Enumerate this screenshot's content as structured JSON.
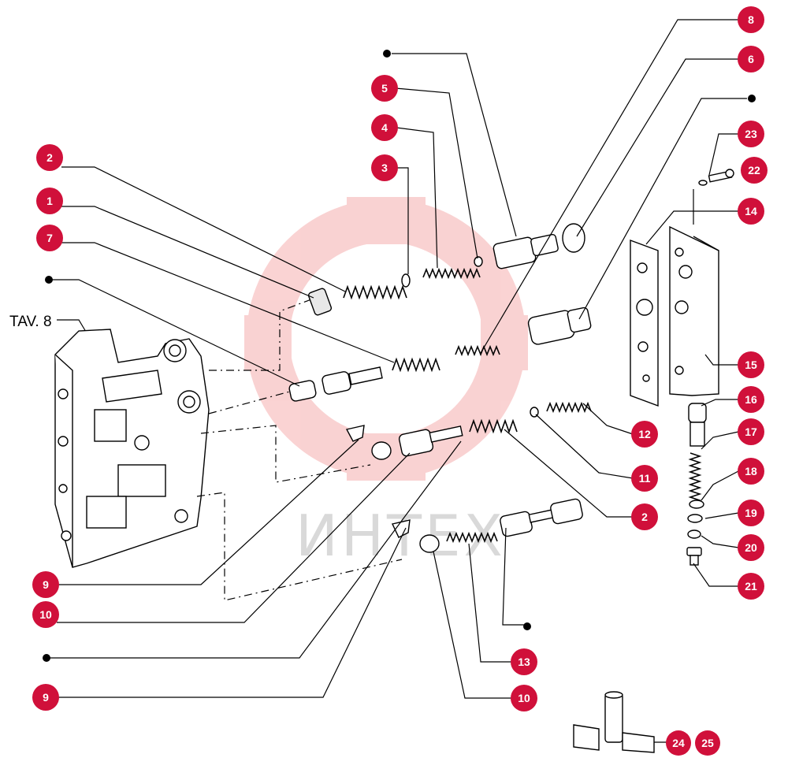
{
  "plate": {
    "title": "TAV. 8"
  },
  "watermark": {
    "text": "ИНТЕХ",
    "color": "#f08080"
  },
  "colors": {
    "callout_fill": "#d0103a",
    "callout_text": "#ffffff",
    "line": "#000000"
  },
  "callouts": [
    {
      "id": "c-8",
      "label": "8"
    },
    {
      "id": "c-6",
      "label": "6"
    },
    {
      "id": "c-5",
      "label": "5"
    },
    {
      "id": "c-4",
      "label": "4"
    },
    {
      "id": "c-3",
      "label": "3"
    },
    {
      "id": "c-2a",
      "label": "2"
    },
    {
      "id": "c-1",
      "label": "1"
    },
    {
      "id": "c-7",
      "label": "7"
    },
    {
      "id": "c-23",
      "label": "23"
    },
    {
      "id": "c-22",
      "label": "22"
    },
    {
      "id": "c-14",
      "label": "14"
    },
    {
      "id": "c-15",
      "label": "15"
    },
    {
      "id": "c-16",
      "label": "16"
    },
    {
      "id": "c-17",
      "label": "17"
    },
    {
      "id": "c-18",
      "label": "18"
    },
    {
      "id": "c-19",
      "label": "19"
    },
    {
      "id": "c-20",
      "label": "20"
    },
    {
      "id": "c-21",
      "label": "21"
    },
    {
      "id": "c-12",
      "label": "12"
    },
    {
      "id": "c-11",
      "label": "11"
    },
    {
      "id": "c-2b",
      "label": "2"
    },
    {
      "id": "c-9a",
      "label": "9"
    },
    {
      "id": "c-10a",
      "label": "10"
    },
    {
      "id": "c-13",
      "label": "13"
    },
    {
      "id": "c-9b",
      "label": "9"
    },
    {
      "id": "c-10b",
      "label": "10"
    },
    {
      "id": "c-24",
      "label": "24"
    },
    {
      "id": "c-25",
      "label": "25"
    }
  ]
}
